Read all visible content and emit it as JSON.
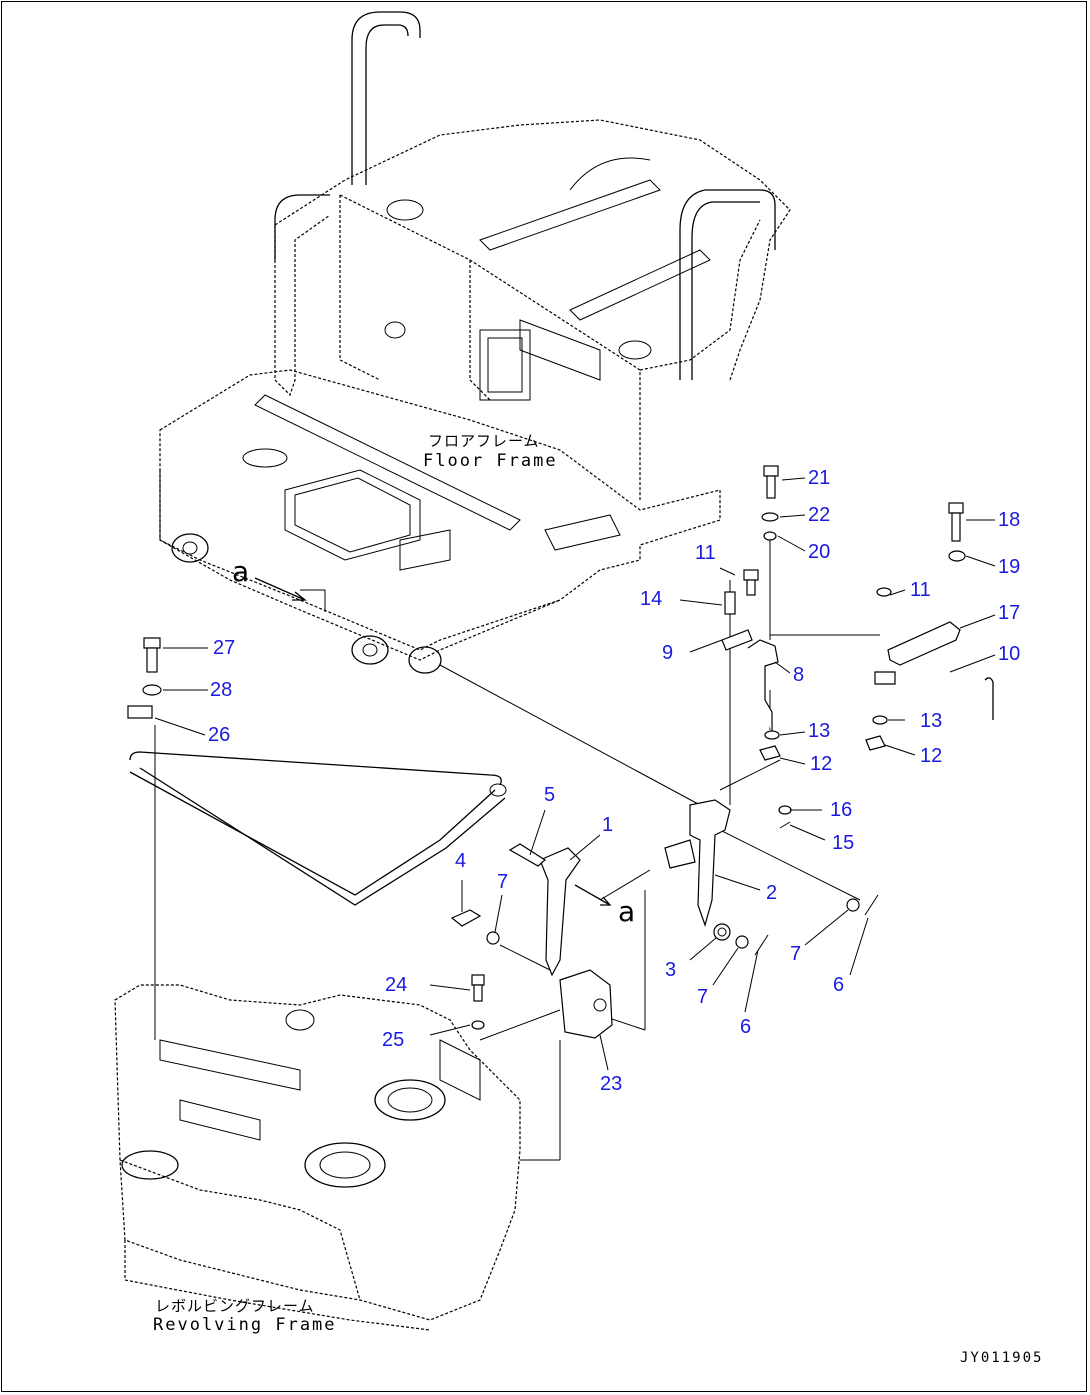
{
  "labels": {
    "floor_frame_jp": "フロアフレーム",
    "floor_frame_en": "Floor Frame",
    "revolving_frame_jp": "レボルビングフレーム",
    "revolving_frame_en": "Revolving Frame",
    "ref_a1": "a",
    "ref_a2": "a",
    "drawing_code": "JY011905"
  },
  "callouts": [
    {
      "id": "21",
      "text": "21"
    },
    {
      "id": "22",
      "text": "22"
    },
    {
      "id": "20",
      "text": "20"
    },
    {
      "id": "18",
      "text": "18"
    },
    {
      "id": "19",
      "text": "19"
    },
    {
      "id": "11a",
      "text": "11"
    },
    {
      "id": "14",
      "text": "14"
    },
    {
      "id": "11b",
      "text": "11"
    },
    {
      "id": "17",
      "text": "17"
    },
    {
      "id": "9",
      "text": "9"
    },
    {
      "id": "10",
      "text": "10"
    },
    {
      "id": "8",
      "text": "8"
    },
    {
      "id": "13a",
      "text": "13"
    },
    {
      "id": "13b",
      "text": "13"
    },
    {
      "id": "12a",
      "text": "12"
    },
    {
      "id": "12b",
      "text": "12"
    },
    {
      "id": "27",
      "text": "27"
    },
    {
      "id": "28",
      "text": "28"
    },
    {
      "id": "26",
      "text": "26"
    },
    {
      "id": "5",
      "text": "5"
    },
    {
      "id": "1",
      "text": "1"
    },
    {
      "id": "16",
      "text": "16"
    },
    {
      "id": "15",
      "text": "15"
    },
    {
      "id": "4",
      "text": "4"
    },
    {
      "id": "7a",
      "text": "7"
    },
    {
      "id": "2",
      "text": "2"
    },
    {
      "id": "3",
      "text": "3"
    },
    {
      "id": "7b",
      "text": "7"
    },
    {
      "id": "7c",
      "text": "7"
    },
    {
      "id": "6a",
      "text": "6"
    },
    {
      "id": "6b",
      "text": "6"
    },
    {
      "id": "24",
      "text": "24"
    },
    {
      "id": "25",
      "text": "25"
    },
    {
      "id": "23",
      "text": "23"
    }
  ]
}
